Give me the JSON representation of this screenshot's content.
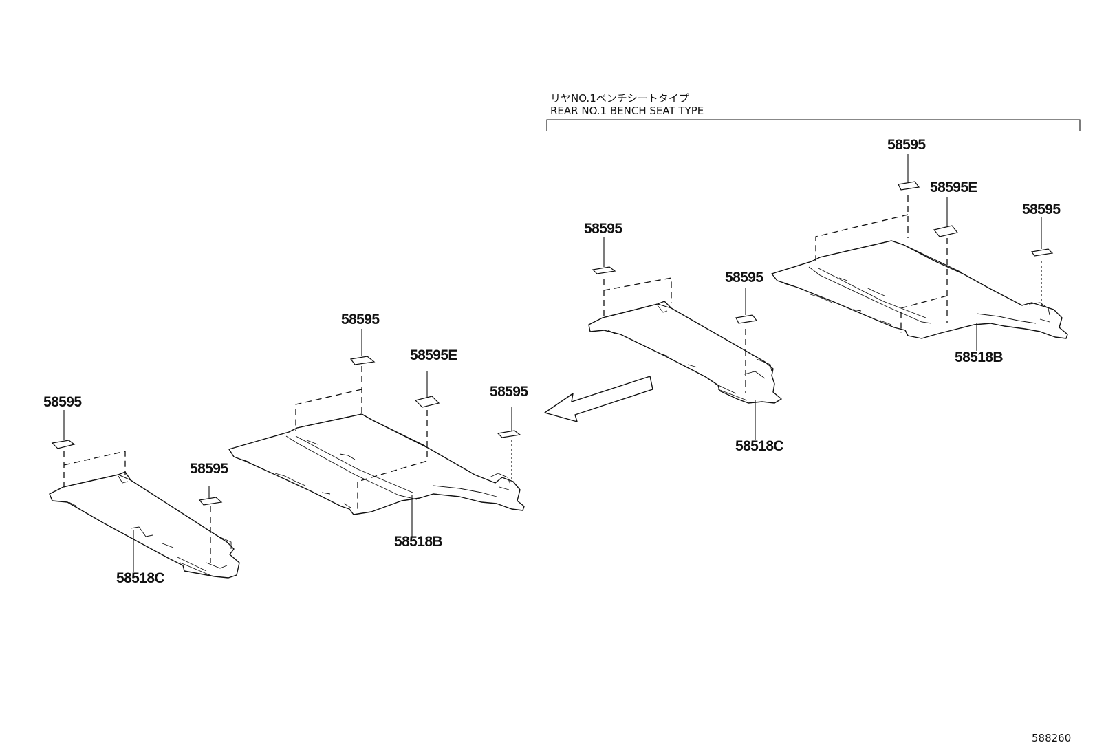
{
  "variant_heading": {
    "japanese": "リヤNO.1ベンチシートタイプ",
    "english": "REAR NO.1 BENCH SEAT TYPE"
  },
  "left_group": {
    "labels": {
      "pad_a": "58595",
      "pad_b": "58595",
      "pad_c": "58595",
      "pad_e": "58595E",
      "pad_d": "58595",
      "silencer_c": "58518C",
      "silencer_b": "58518B"
    }
  },
  "right_group": {
    "labels": {
      "pad_a": "58595",
      "pad_b": "58595",
      "pad_c": "58595",
      "pad_e": "58595E",
      "pad_d": "58595",
      "silencer_c": "58518C",
      "silencer_b": "58518B"
    }
  },
  "figure_number": "588260"
}
